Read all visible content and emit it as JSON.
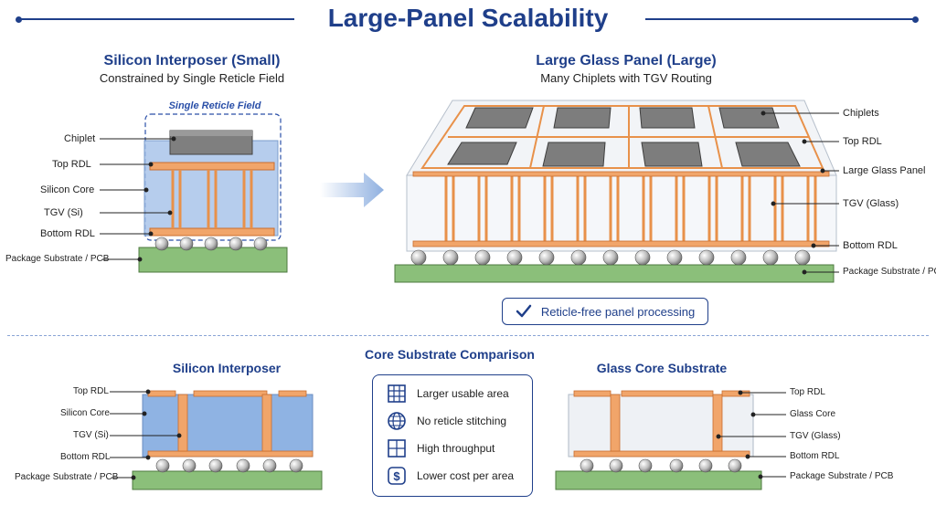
{
  "title": "Large-Panel Scalability",
  "left_panel": {
    "heading": "Silicon Interposer (Small)",
    "subheading": "Constrained by Single Reticle Field",
    "reticle_label": "Single Reticle Field",
    "labels": [
      "Chiplet",
      "Top RDL",
      "Silicon Core",
      "TGV (Si)",
      "Bottom RDL",
      "Package Substrate / PCB"
    ]
  },
  "right_panel": {
    "heading": "Large Glass Panel (Large)",
    "subheading": "Many Chiplets with TGV Routing",
    "labels": [
      "Chiplets",
      "Top RDL",
      "Large Glass Panel",
      "TGV (Glass)",
      "Bottom RDL",
      "Package Substrate / PCB"
    ]
  },
  "callout": "Reticle-free panel processing",
  "comparison": {
    "title": "Core Substrate Comparison",
    "left_title": "Silicon Interposer",
    "left_labels": [
      "Top RDL",
      "Silicon Core",
      "TGV (Si)",
      "Bottom RDL",
      "Package Substrate / PCB"
    ],
    "right_title": "Glass Core Substrate",
    "right_labels": [
      "Top RDL",
      "Glass Core",
      "TGV (Glass)",
      "Bottom RDL",
      "Package Substrate / PCB"
    ],
    "features": [
      {
        "icon": "grid-icon",
        "label": "Larger usable area"
      },
      {
        "icon": "globe-icon",
        "label": "No reticle stitching"
      },
      {
        "icon": "expand-icon",
        "label": "High throughput"
      },
      {
        "icon": "dollar-icon",
        "label": "Lower cost per area"
      }
    ]
  },
  "colors": {
    "navy": "#1f3f8a",
    "copper": "#e8914a",
    "silicon": "#8fb3e3",
    "glass": "#eef1f5",
    "pcb": "#8bbf7a",
    "chip": "#7d7d7d"
  }
}
